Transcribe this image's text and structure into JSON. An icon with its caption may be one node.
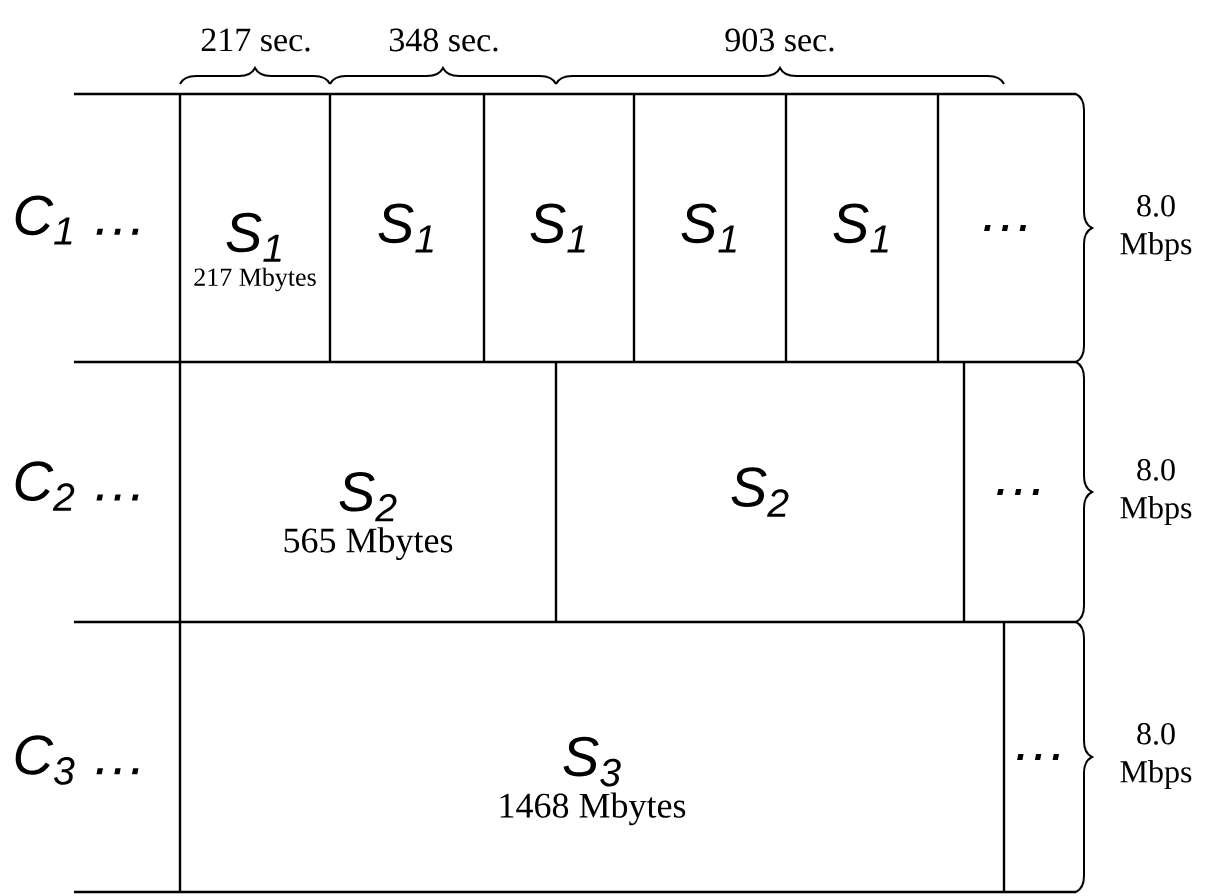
{
  "diagram": {
    "nodes": [
      {
        "text": [
          "S$_{1}$",
          "217 Mbytes"
        ]
      },
      {
        "text": [
          "S$_{1}$"
        ]
      },
      {
        "text": [
          "S$_{1}$"
        ]
      },
      {
        "text": [
          "S$_{1}$"
        ]
      },
      {
        "text": [
          "S$_{1}$"
        ]
      },
      {
        "text": [
          "…"
        ]
      },
      {
        "text": [
          "S$_{2}$",
          "565 Mbytes"
        ]
      },
      {
        "text": [
          "S$_{2}$"
        ]
      },
      {
        "text": [
          "…"
        ]
      },
      {
        "text": [
          "S$_{3}$",
          "1468 Mbytes"
        ]
      },
      {
        "text": [
          "…"
        ]
      }
    ],
    "labels": [
      "217 sec.",
      "348 sec.",
      "903 sec.",
      "C$_{1}$ …",
      "8.0 Mbps",
      "C$_{2}$ …",
      "8.0 Mbps",
      "C$_{3}$ …",
      "8.0 Mbps"
    ]
  }
}
